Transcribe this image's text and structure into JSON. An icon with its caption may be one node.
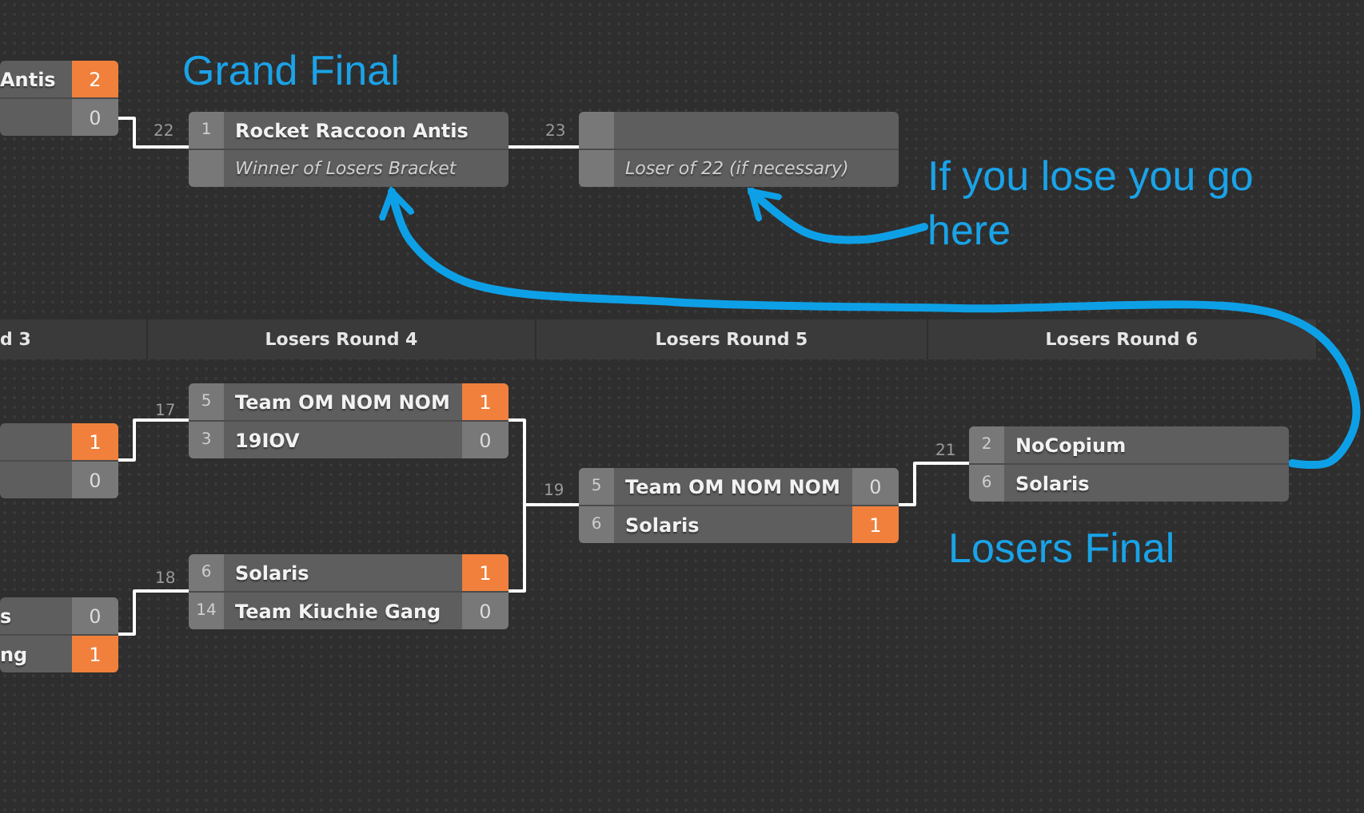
{
  "diagram": {
    "nodes": [
      {
        "text": [
          "Antis",
          "2",
          "0"
        ]
      },
      {
        "text": [
          "1",
          "Rocket Raccoon Antis",
          "Winner of Losers Bracket"
        ],
        "beside": [
          "22"
        ]
      },
      {
        "text": [
          "Loser of 22 (if necessary)"
        ],
        "beside": [
          "23"
        ]
      },
      {
        "text": [
          "If you lose you go here"
        ]
      },
      {
        "text": [
          "1",
          "0"
        ]
      },
      {
        "text": [
          "s",
          "0",
          "ng",
          "1"
        ]
      },
      {
        "text": [
          "5",
          "Team OM NOM NOM",
          "1",
          "3",
          "19IOV",
          "0"
        ],
        "beside": [
          "17"
        ]
      },
      {
        "text": [
          "6",
          "Solaris",
          "1",
          "14",
          "Team Kiuchie Gang",
          "0"
        ],
        "beside": [
          "18"
        ]
      },
      {
        "text": [
          "5",
          "Team OM NOM NOM",
          "0",
          "6",
          "Solaris",
          "1"
        ],
        "beside": [
          "19"
        ]
      },
      {
        "text": [
          "2",
          "NoCopium",
          "6",
          "Solaris"
        ],
        "beside": [
          "21"
        ]
      }
    ],
    "edges": [
      {
        "from": 0,
        "to": 1,
        "arrow": "none"
      },
      {
        "from": 1,
        "to": 2,
        "arrow": "none"
      },
      {
        "from": 4,
        "to": 6,
        "arrow": "none"
      },
      {
        "from": 5,
        "to": 7,
        "arrow": "none"
      },
      {
        "from": 6,
        "to": 8,
        "arrow": "none"
      },
      {
        "from": 7,
        "to": 8,
        "arrow": "none"
      },
      {
        "from": 8,
        "to": 9,
        "arrow": "none"
      },
      {
        "from": 3,
        "to": 2,
        "arrow": "to",
        "style": "thick",
        "color": "#0ea0e6"
      },
      {
        "from": 9,
        "to": 1,
        "arrow": "to",
        "style": "thick",
        "color": "#0ea0e6"
      }
    ],
    "labels": [
      "Grand Final",
      "d 3",
      "Losers Round 4",
      "Losers Round 5",
      "Losers Round 6",
      "Losers Final"
    ]
  }
}
